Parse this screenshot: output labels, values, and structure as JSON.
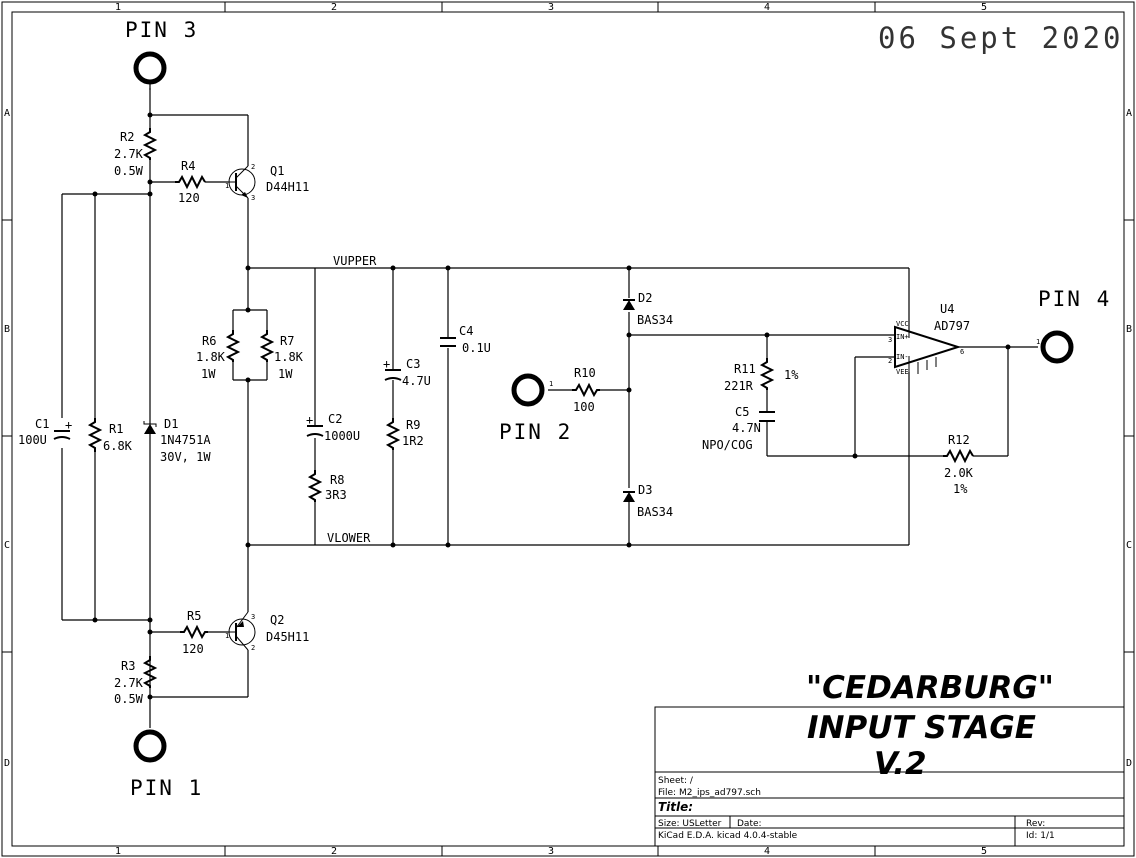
{
  "date": "06 Sept 2020",
  "frame": {
    "cols": [
      "1",
      "2",
      "3",
      "4",
      "5"
    ],
    "rows": [
      "A",
      "B",
      "C",
      "D"
    ]
  },
  "title_block": {
    "project_title": [
      "\"CEDARBURG\"",
      "INPUT STAGE",
      "V.2"
    ],
    "sheet": "Sheet: /",
    "file": "File: M2_ips_ad797.sch",
    "title": "Title:",
    "size": "Size: USLetter",
    "date": "Date:",
    "rev": "Rev:",
    "tool": "KiCad E.D.A.  kicad 4.0.4-stable",
    "id": "Id: 1/1"
  },
  "pins": {
    "pin3": "PIN 3",
    "pin1": "PIN 1",
    "pin2": "PIN 2",
    "pin4": "PIN 4"
  },
  "nets": {
    "vupper": "VUPPER",
    "vlower": "VLOWER"
  },
  "components": {
    "R1": {
      "ref": "R1",
      "value": "6.8K"
    },
    "R2": {
      "ref": "R2",
      "value": "2.7K",
      "extra": "0.5W"
    },
    "R3": {
      "ref": "R3",
      "value": "2.7K",
      "extra": "0.5W"
    },
    "R4": {
      "ref": "R4",
      "value": "120"
    },
    "R5": {
      "ref": "R5",
      "value": "120"
    },
    "R6": {
      "ref": "R6",
      "value": "1.8K",
      "extra": "1W"
    },
    "R7": {
      "ref": "R7",
      "value": "1.8K",
      "extra": "1W"
    },
    "R8": {
      "ref": "R8",
      "value": "3R3"
    },
    "R9": {
      "ref": "R9",
      "value": "1R2"
    },
    "R10": {
      "ref": "R10",
      "value": "100"
    },
    "R11": {
      "ref": "R11",
      "value": "221R",
      "extra": "1%"
    },
    "R12": {
      "ref": "R12",
      "value": "2.0K",
      "extra": "1%"
    },
    "C1": {
      "ref": "C1",
      "value": "100U"
    },
    "C2": {
      "ref": "C2",
      "value": "1000U"
    },
    "C3": {
      "ref": "C3",
      "value": "4.7U"
    },
    "C4": {
      "ref": "C4",
      "value": "0.1U"
    },
    "C5": {
      "ref": "C5",
      "value": "4.7N",
      "extra": "NPO/COG"
    },
    "D1": {
      "ref": "D1",
      "value": "1N4751A",
      "extra": "30V, 1W"
    },
    "D2": {
      "ref": "D2",
      "value": "BAS34"
    },
    "D3": {
      "ref": "D3",
      "value": "BAS34"
    },
    "Q1": {
      "ref": "Q1",
      "value": "D44H11"
    },
    "Q2": {
      "ref": "Q2",
      "value": "D45H11"
    },
    "U4": {
      "ref": "U4",
      "value": "AD797"
    }
  },
  "pin_numbers": {
    "p1": "1",
    "p2": "2",
    "p3": "3",
    "p6": "6"
  },
  "opamp_pins": {
    "vcc": "VCC",
    "inp": "IN+",
    "inn": "IN-",
    "vee": "VEE"
  },
  "polarity": {
    "plus": "+"
  }
}
